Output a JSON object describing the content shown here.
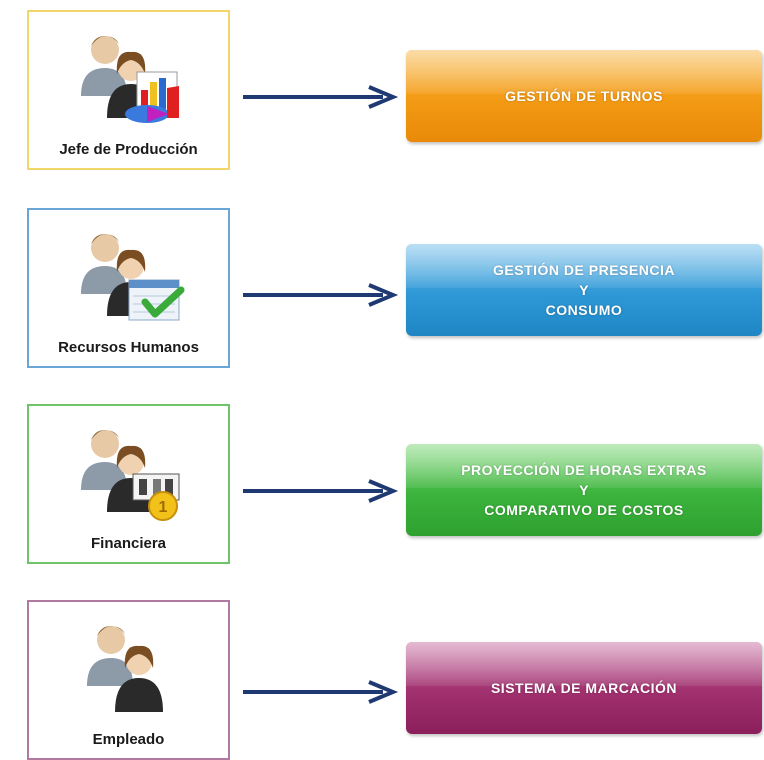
{
  "rows": [
    {
      "role": "Jefe de Producción",
      "module_lines": [
        "GESTIÓN DE TURNOS"
      ],
      "border_color": "#f3d66b",
      "module_color": "#f39a14",
      "icon": "users-chart-icon"
    },
    {
      "role": "Recursos Humanos",
      "module_lines": [
        "GESTIÓN DE PRESENCIA",
        "Y",
        "CONSUMO"
      ],
      "border_color": "#6aa6d6",
      "module_color": "#2e98d6",
      "icon": "users-checklist-icon"
    },
    {
      "role": "Financiera",
      "module_lines": [
        "PROYECCIÓN DE HORAS EXTRAS",
        "Y",
        "COMPARATIVO DE COSTOS"
      ],
      "border_color": "#6fc46a",
      "module_color": "#3cb43c",
      "icon": "users-money-icon"
    },
    {
      "role": "Empleado",
      "module_lines": [
        "SISTEMA DE MARCACIÓN"
      ],
      "border_color": "#b07aa0",
      "module_color": "#a0306e",
      "icon": "users-icon"
    }
  ],
  "arrow_color": "#1f3a73"
}
